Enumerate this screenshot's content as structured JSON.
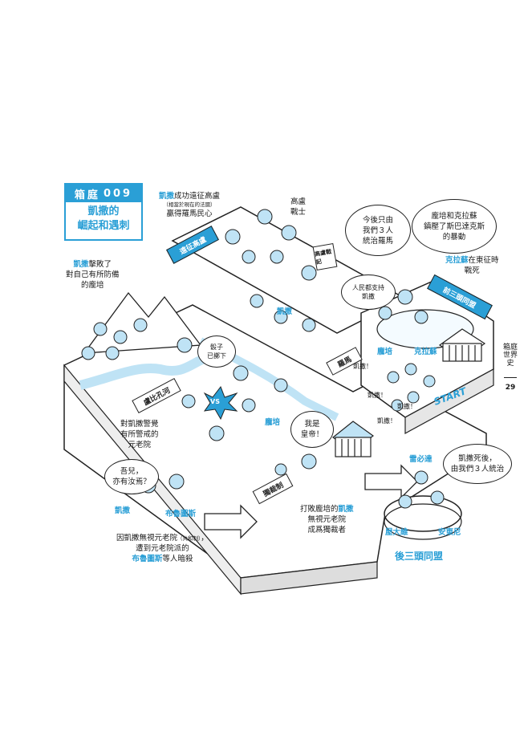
{
  "header_tag": {
    "prefix": "箱庭",
    "number": "009",
    "title_line1": "凱撒的",
    "title_line2": "崛起和遇刺"
  },
  "side": {
    "book": "箱庭世界史",
    "page": "29"
  },
  "captions": {
    "conquest_name": "凱撒",
    "conquest_rest": "成功遠征高盧",
    "conquest_note": "（相當於現在的法國）",
    "conquest_line2": "贏得羅馬民心",
    "gaul_warrior_1": "高盧",
    "gaul_warrior_2": "戰士",
    "pompey_name": "凱撒",
    "pompey_line1": "擊敗了",
    "pompey_line2": "對自己有所防備",
    "pompey_line3": "的龐培",
    "senate_line1": "對凱撒警覺",
    "senate_line2": "有所警戒的",
    "senate_line3": "元老院",
    "dictator_name": "凱撒",
    "dictator_pre": "打敗龐培的",
    "dictator_line2": "無視元老院",
    "dictator_line3": "成爲獨裁者",
    "assassin_line1": "因凱撒無視元老院",
    "assassin_note": "（共和制）",
    "assassin_line2": "遭到元老院派的",
    "assassin_name": "布魯圖斯",
    "assassin_line3": "等人暗殺",
    "crassus_name": "克拉蘇",
    "crassus_line1": "在東征時",
    "crassus_line2": "戰死"
  },
  "bubbles": {
    "rule3_line1": "今後只由",
    "rule3_line2": "我們３人",
    "rule3_line3": "統治羅馬",
    "spartacus_line1": "龐培和克拉蘇",
    "spartacus_line2": "鎮壓了斯巴達克斯",
    "spartacus_line3": "的暴動",
    "support_line1": "人民都支持",
    "support_line2": "凱撒",
    "dice_line1": "骰子",
    "dice_line2": "已擲下",
    "emperor_line1": "我是",
    "emperor_line2": "皇帝！",
    "brutus_line1": "吾兒，",
    "brutus_line2": "亦有汝焉？",
    "after_line1": "凱撒死後，",
    "after_line2": "由我們３人統治",
    "crowd_1": "凱撒！",
    "crowd_2": "凱撒！",
    "crowd_3": "凱撒！",
    "crowd_4": "凱撒！"
  },
  "signs": {
    "gaul": "遠征高盧",
    "gallic_war": "高盧戰記",
    "rome": "羅馬",
    "rubicon": "盧比孔河",
    "dictator": "獨裁制",
    "first_triumvirate": "前三頭同盟",
    "start": "START",
    "vs": "VS"
  },
  "labels": {
    "caesar_1": "凱撒",
    "pompey": "龐培",
    "crassus": "克拉蘇",
    "pompey_2": "龐培",
    "caesar_2": "凱撒",
    "brutus": "布魯圖斯",
    "lepidus": "雷必達",
    "octavian": "屋大維",
    "antony": "安東尼",
    "second_triumvirate": "後三頭同盟"
  },
  "colors": {
    "accent": "#2a9fd6",
    "ink": "#222222",
    "light_blue": "#bfe3f5"
  }
}
